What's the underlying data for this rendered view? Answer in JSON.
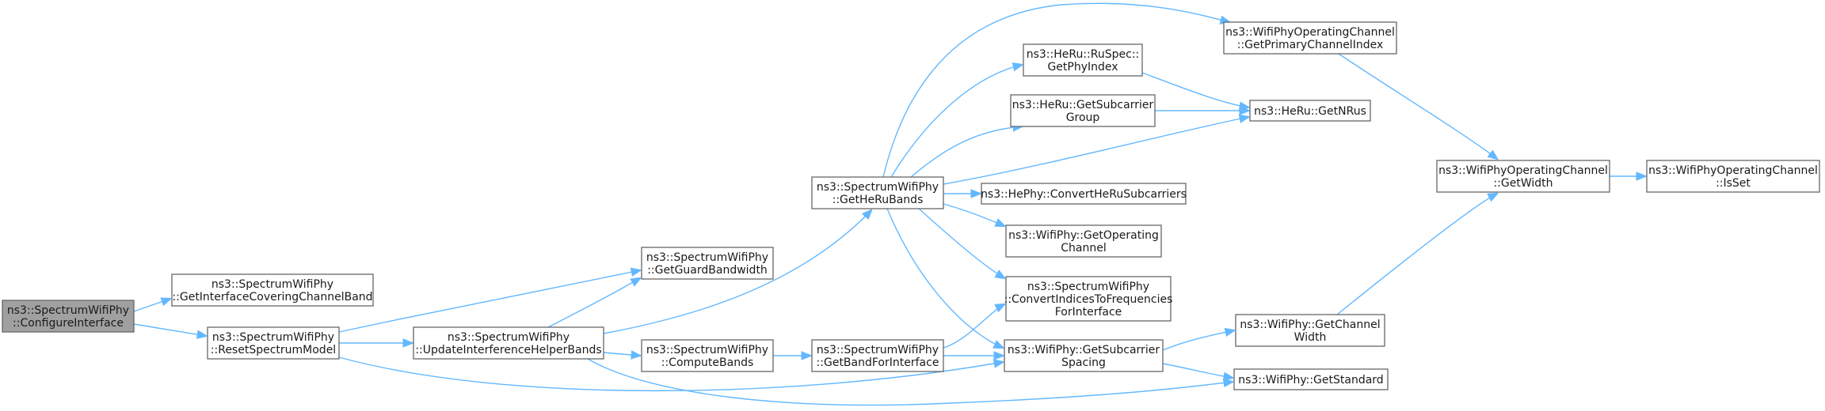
{
  "diagram": {
    "nodes": [
      {
        "id": "configure",
        "lines": [
          "ns3::SpectrumWifiPhy",
          "::ConfigureInterface"
        ]
      },
      {
        "id": "getInterfaceCovering",
        "lines": [
          "ns3::SpectrumWifiPhy",
          "::GetInterfaceCoveringChannelBand"
        ]
      },
      {
        "id": "resetSpectrum",
        "lines": [
          "ns3::SpectrumWifiPhy",
          "::ResetSpectrumModel"
        ]
      },
      {
        "id": "updateInterference",
        "lines": [
          "ns3::SpectrumWifiPhy",
          "::UpdateInterferenceHelperBands"
        ]
      },
      {
        "id": "getGuardBandwidth",
        "lines": [
          "ns3::SpectrumWifiPhy",
          "::GetGuardBandwidth"
        ]
      },
      {
        "id": "computeBands",
        "lines": [
          "ns3::SpectrumWifiPhy",
          "::ComputeBands"
        ]
      },
      {
        "id": "getHeRuBands",
        "lines": [
          "ns3::SpectrumWifiPhy",
          "::GetHeRuBands"
        ]
      },
      {
        "id": "getBandForInterface",
        "lines": [
          "ns3::SpectrumWifiPhy",
          "::GetBandForInterface"
        ]
      },
      {
        "id": "ruSpecGetPhyIndex",
        "lines": [
          "ns3::HeRu::RuSpec::",
          "GetPhyIndex"
        ]
      },
      {
        "id": "heRuGetSubcarrierGroup",
        "lines": [
          "ns3::HeRu::GetSubcarrier",
          "Group"
        ]
      },
      {
        "id": "hePhyConvert",
        "lines": [
          "ns3::HePhy::ConvertHeRuSubcarriers"
        ]
      },
      {
        "id": "wifiPhyGetOperatingChannel",
        "lines": [
          "ns3::WifiPhy::GetOperating",
          "Channel"
        ]
      },
      {
        "id": "convertIndices",
        "lines": [
          "ns3::SpectrumWifiPhy",
          "::ConvertIndicesToFrequencies",
          "ForInterface"
        ]
      },
      {
        "id": "getSubcarrierSpacing",
        "lines": [
          "ns3::WifiPhy::GetSubcarrier",
          "Spacing"
        ]
      },
      {
        "id": "getPrimaryChannelIndex",
        "lines": [
          "ns3::WifiPhyOperatingChannel",
          "::GetPrimaryChannelIndex"
        ]
      },
      {
        "id": "heRuGetNRus",
        "lines": [
          "ns3::HeRu::GetNRus"
        ]
      },
      {
        "id": "getChannelWidth",
        "lines": [
          "ns3::WifiPhy::GetChannel",
          "Width"
        ]
      },
      {
        "id": "getStandard",
        "lines": [
          "ns3::WifiPhy::GetStandard"
        ]
      },
      {
        "id": "operatingChannelGetWidth",
        "lines": [
          "ns3::WifiPhyOperatingChannel",
          "::GetWidth"
        ]
      },
      {
        "id": "operatingChannelIsSet",
        "lines": [
          "ns3::WifiPhyOperatingChannel",
          "::IsSet"
        ]
      }
    ],
    "edges": [
      [
        "configure",
        "getInterfaceCovering"
      ],
      [
        "configure",
        "resetSpectrum"
      ],
      [
        "resetSpectrum",
        "getGuardBandwidth"
      ],
      [
        "resetSpectrum",
        "updateInterference"
      ],
      [
        "resetSpectrum",
        "getSubcarrierSpacing"
      ],
      [
        "updateInterference",
        "getGuardBandwidth"
      ],
      [
        "updateInterference",
        "computeBands"
      ],
      [
        "updateInterference",
        "getHeRuBands"
      ],
      [
        "updateInterference",
        "getStandard"
      ],
      [
        "computeBands",
        "getBandForInterface"
      ],
      [
        "getBandForInterface",
        "convertIndices"
      ],
      [
        "getBandForInterface",
        "getSubcarrierSpacing"
      ],
      [
        "getHeRuBands",
        "getPrimaryChannelIndex"
      ],
      [
        "getHeRuBands",
        "ruSpecGetPhyIndex"
      ],
      [
        "getHeRuBands",
        "heRuGetSubcarrierGroup"
      ],
      [
        "getHeRuBands",
        "heRuGetNRus"
      ],
      [
        "getHeRuBands",
        "hePhyConvert"
      ],
      [
        "getHeRuBands",
        "wifiPhyGetOperatingChannel"
      ],
      [
        "getHeRuBands",
        "convertIndices"
      ],
      [
        "getHeRuBands",
        "getSubcarrierSpacing"
      ],
      [
        "ruSpecGetPhyIndex",
        "heRuGetNRus"
      ],
      [
        "heRuGetSubcarrierGroup",
        "heRuGetNRus"
      ],
      [
        "getPrimaryChannelIndex",
        "operatingChannelGetWidth"
      ],
      [
        "getSubcarrierSpacing",
        "getChannelWidth"
      ],
      [
        "getSubcarrierSpacing",
        "getStandard"
      ],
      [
        "getChannelWidth",
        "operatingChannelGetWidth"
      ],
      [
        "operatingChannelGetWidth",
        "operatingChannelIsSet"
      ]
    ]
  }
}
